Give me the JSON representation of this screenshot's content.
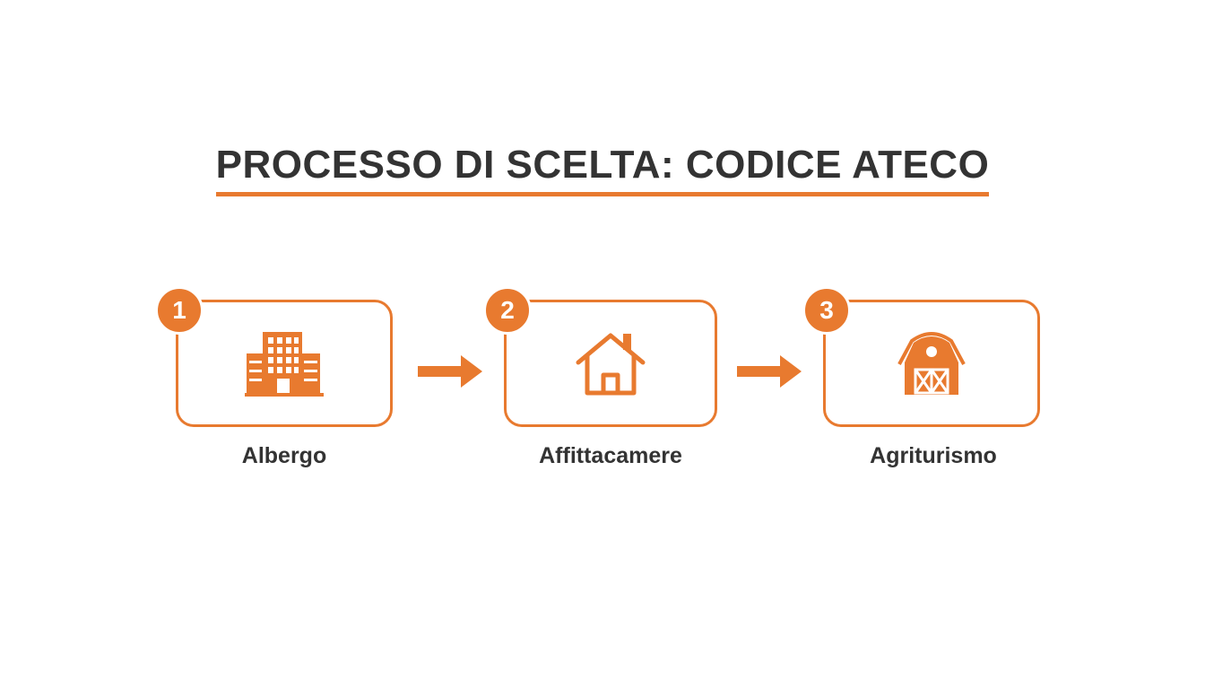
{
  "title": "PROCESSO DI SCELTA: CODICE ATECO",
  "colors": {
    "accent": "#E87A2F",
    "text": "#333333",
    "background": "#FFFFFF"
  },
  "steps": [
    {
      "number": "1",
      "label": "Albergo",
      "icon": "hotel-building-icon"
    },
    {
      "number": "2",
      "label": "Affittacamere",
      "icon": "house-icon"
    },
    {
      "number": "3",
      "label": "Agriturismo",
      "icon": "barn-icon"
    }
  ]
}
